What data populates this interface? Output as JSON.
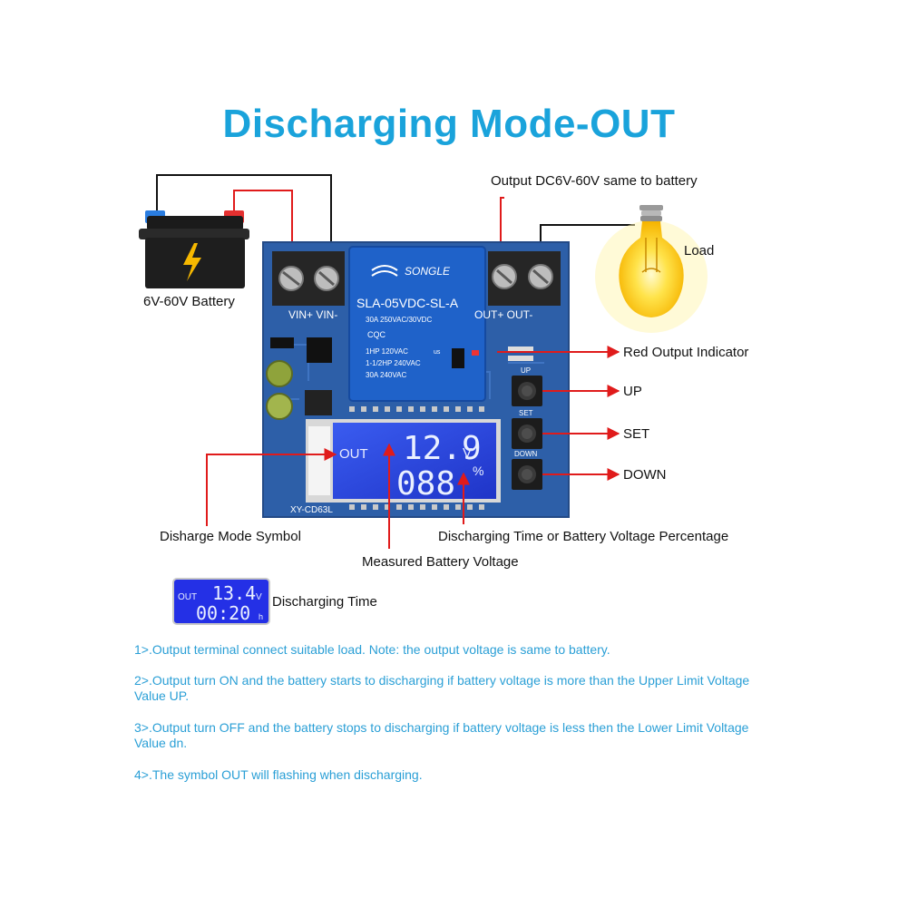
{
  "title": "Discharging Mode-OUT",
  "labels": {
    "output_info": "Output DC6V-60V same to battery",
    "load": "Load",
    "battery": "6V-60V Battery",
    "red_indicator": "Red Output Indicator",
    "up": "UP",
    "set": "SET",
    "down": "DOWN",
    "discharge_symbol": "Disharge Mode Symbol",
    "time_or_percent": "Discharging Time or Battery Voltage Percentage",
    "measured_voltage": "Measured Battery Voltage",
    "discharging_time": "Discharging Time"
  },
  "board": {
    "terminal_in": "VIN+ VIN-",
    "terminal_out": "OUT+ OUT-",
    "model": "XY-CD63L",
    "button_up": "UP",
    "button_set": "SET",
    "button_down": "DOWN",
    "relay": {
      "brand": "SONGLE",
      "model": "SLA-05VDC-SL-A",
      "rating1": "30A 250VAC/30VDC",
      "rating2": "1HP 120VAC",
      "rating3": "1-1/2HP 240VAC",
      "rating4": "30A 240VAC",
      "cert": "CQC",
      "ul": "us"
    }
  },
  "lcd": {
    "mode": "OUT",
    "voltage": "12.9",
    "voltage_unit": "V",
    "second_line": "088",
    "second_unit": "%"
  },
  "small_lcd": {
    "mode": "OUT",
    "voltage": "13.4",
    "voltage_unit": "V",
    "time": "00:20",
    "time_unit": "h"
  },
  "notes": [
    "1>.Output terminal connect suitable load. Note: the output voltage is same to battery.",
    "2>.Output turn ON and the battery starts to discharging if battery voltage is more than the Upper Limit Voltage Value UP.",
    "3>.Output turn OFF and the battery stops to discharging if battery voltage is less then the Lower Limit Voltage Value dn.",
    "4>.The symbol OUT will flashing when discharging."
  ],
  "colors": {
    "title": "#1aa3db",
    "note": "#2a9fd6",
    "arrow": "#e01b1b",
    "pcb": "#2d5fa8",
    "lcd": "#2a44e0"
  }
}
